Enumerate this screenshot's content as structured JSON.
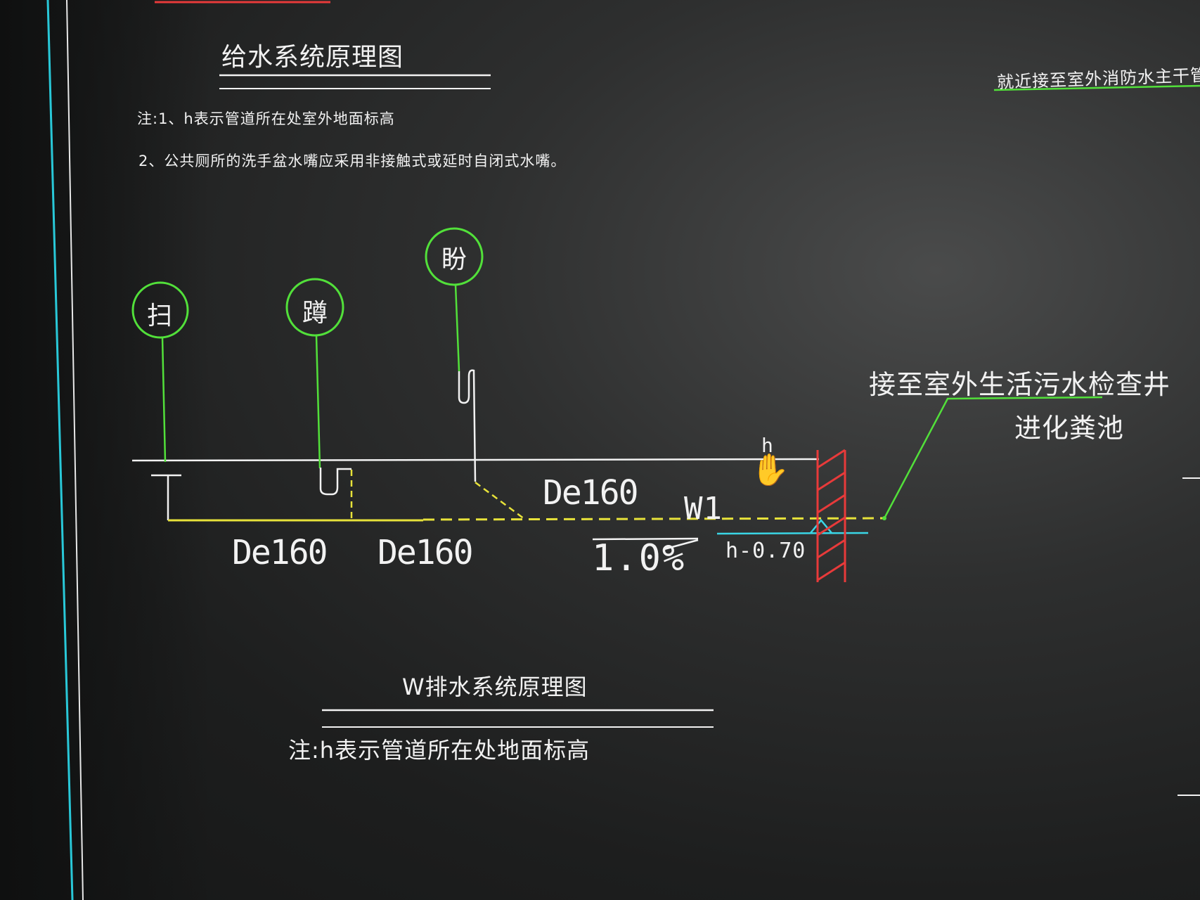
{
  "supply_section": {
    "title": "给水系统原理图",
    "note_1": "注:1、h表示管道所在处室外地面标高",
    "note_2": "2、公共厕所的洗手盆水嘴应采用非接触式或延时自闭式水嘴。"
  },
  "fire_main_label": "就近接至室外消防水主干管",
  "fixtures": [
    {
      "label": "扫",
      "name": "cleanout"
    },
    {
      "label": "蹲",
      "name": "squat-toilet"
    },
    {
      "label": "盼",
      "name": "basin"
    }
  ],
  "pipe_labels": {
    "segment_1": "De160",
    "segment_2": "De160",
    "segment_3": "De160",
    "pipe_id": "W1",
    "slope": "1.0%",
    "elevation": "h-0.70",
    "ground_mark": "h"
  },
  "outlet": {
    "line_1": "接至室外生活污水检查井",
    "line_2": "进化粪池"
  },
  "drain_section": {
    "title": "W排水系统原理图",
    "note": "注:h表示管道所在处地面标高"
  },
  "colors": {
    "background": "#1b1c1c",
    "border_cyan": "#29c8d8",
    "circle_green": "#52e03a",
    "pipe_yellow": "#e7e23a",
    "wall_red": "#e83a3a",
    "text_white": "#f2f2f2",
    "level_cyan": "#3ad6e6"
  },
  "cursor_icon": "hand-pointer-icon"
}
